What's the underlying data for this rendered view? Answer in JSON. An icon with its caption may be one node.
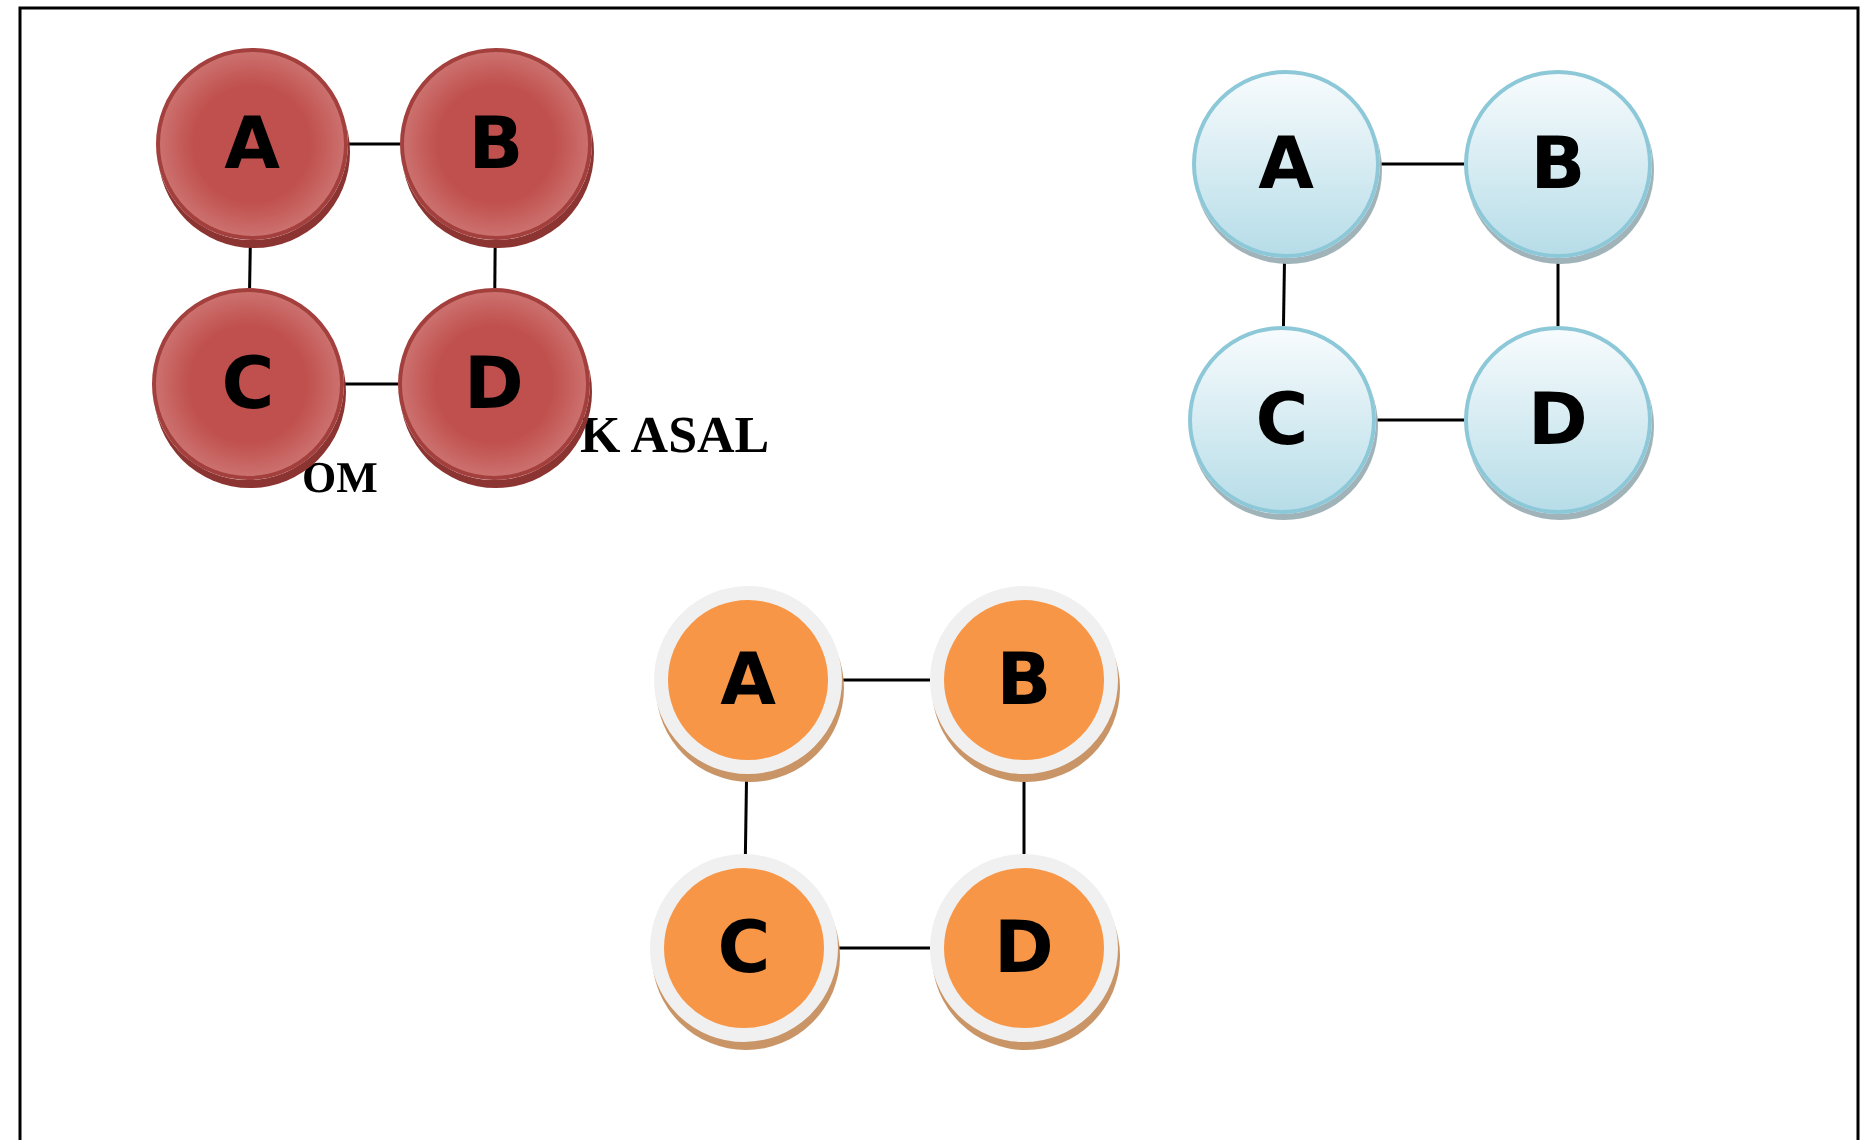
{
  "diagram": {
    "nodes": [
      {
        "text": [
          "A"
        ]
      },
      {
        "text": [
          "B"
        ]
      },
      {
        "text": [
          "C"
        ]
      },
      {
        "text": [
          "D"
        ]
      },
      {
        "text": [
          "A"
        ]
      },
      {
        "text": [
          "B"
        ]
      },
      {
        "text": [
          "C"
        ]
      },
      {
        "text": [
          "D"
        ]
      },
      {
        "text": [
          "A"
        ]
      },
      {
        "text": [
          "B"
        ]
      },
      {
        "text": [
          "C"
        ]
      },
      {
        "text": [
          "D"
        ]
      }
    ],
    "edges": [
      {
        "from": 0,
        "to": 1,
        "arrow": "none"
      },
      {
        "from": 0,
        "to": 2,
        "arrow": "none"
      },
      {
        "from": 1,
        "to": 3,
        "arrow": "none"
      },
      {
        "from": 2,
        "to": 3,
        "arrow": "none"
      },
      {
        "from": 4,
        "to": 5,
        "arrow": "none"
      },
      {
        "from": 4,
        "to": 6,
        "arrow": "none"
      },
      {
        "from": 5,
        "to": 7,
        "arrow": "none"
      },
      {
        "from": 6,
        "to": 7,
        "arrow": "none"
      },
      {
        "from": 8,
        "to": 9,
        "arrow": "none"
      },
      {
        "from": 8,
        "to": 10,
        "arrow": "none"
      },
      {
        "from": 9,
        "to": 11,
        "arrow": "none"
      },
      {
        "from": 10,
        "to": 11,
        "arrow": "none"
      }
    ],
    "labels": [
      "OM",
      "K ASAL"
    ]
  }
}
